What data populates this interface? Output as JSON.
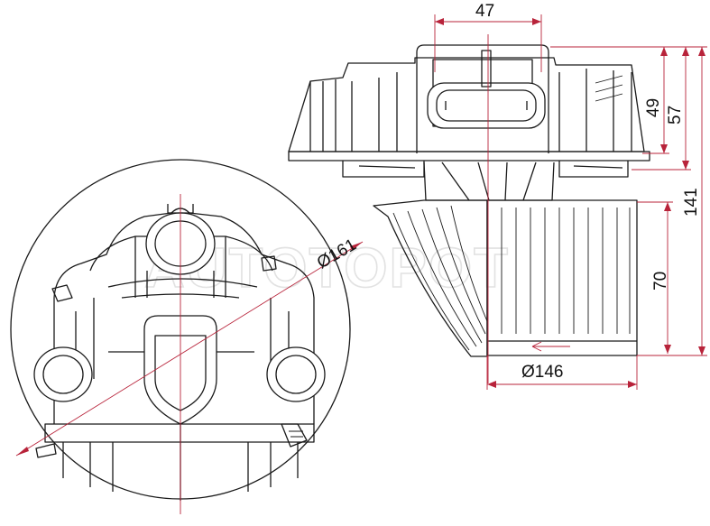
{
  "watermark": "AUTOTOPOT",
  "dimensions": {
    "width_connector": "47",
    "height_49": "49",
    "height_57": "57",
    "height_total": "141",
    "height_fan": "70",
    "diameter_housing": "Ø161",
    "diameter_fan": "Ø146"
  },
  "colors": {
    "dimension_line": "#b8233a",
    "outline": "#1a1a1a",
    "watermark": "#e2e2e2"
  }
}
